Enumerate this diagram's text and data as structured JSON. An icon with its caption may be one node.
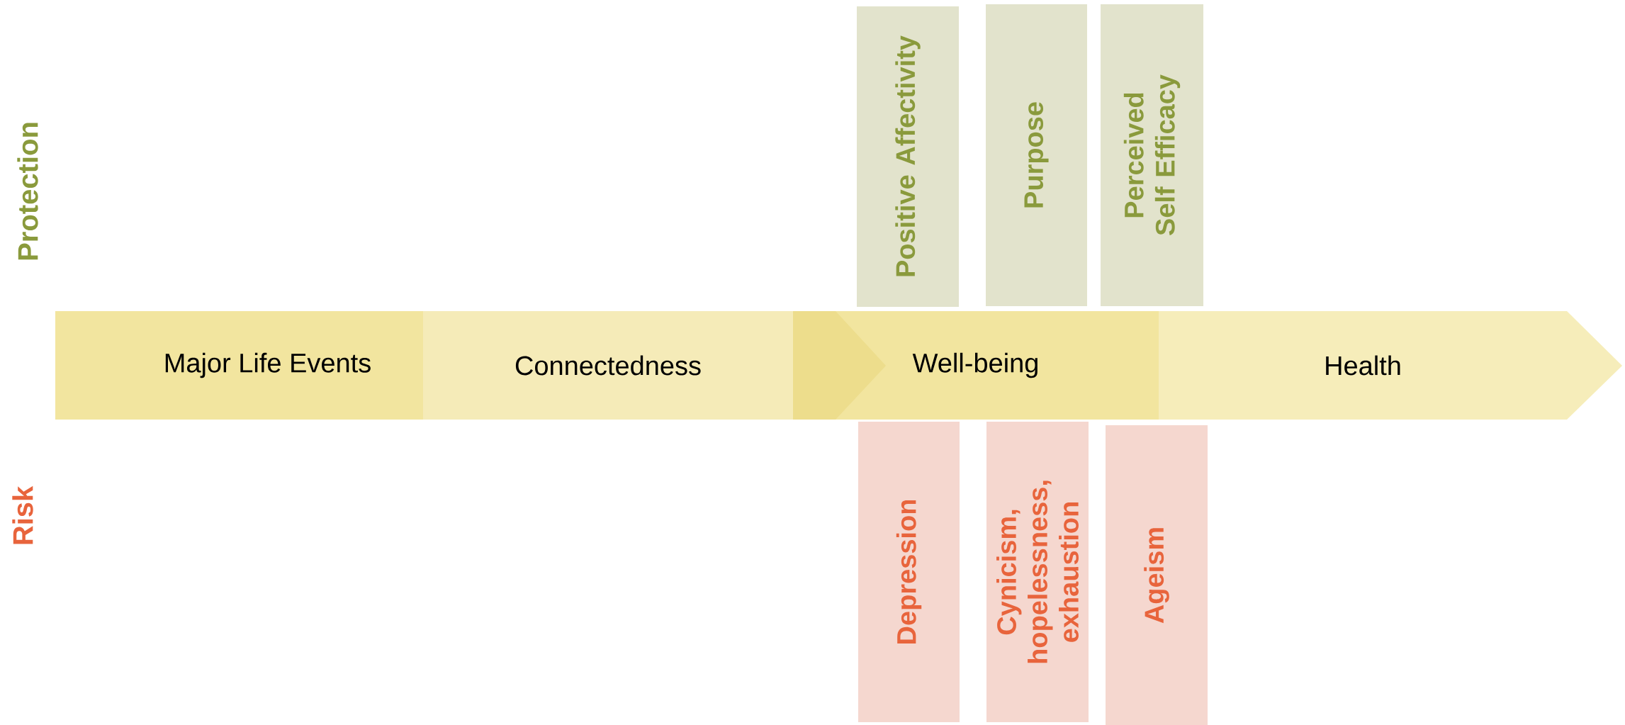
{
  "diagram": {
    "nodes": [
      {
        "text": [
          "Major Life Events"
        ]
      },
      {
        "text": [
          "Connectedness"
        ]
      },
      {
        "text": [
          "Well-being"
        ]
      },
      {
        "text": [
          "Health"
        ]
      },
      {
        "text": [
          "Positive Affectivity"
        ]
      },
      {
        "text": [
          "Purpose"
        ]
      },
      {
        "text": [
          "Perceived Self Efficacy"
        ]
      },
      {
        "text": [
          "Depression"
        ]
      },
      {
        "text": [
          "Cynicism, hopelessness, exhaustion"
        ]
      },
      {
        "text": [
          "Ageism"
        ]
      }
    ],
    "labels": [
      "Protection",
      "Risk"
    ]
  }
}
